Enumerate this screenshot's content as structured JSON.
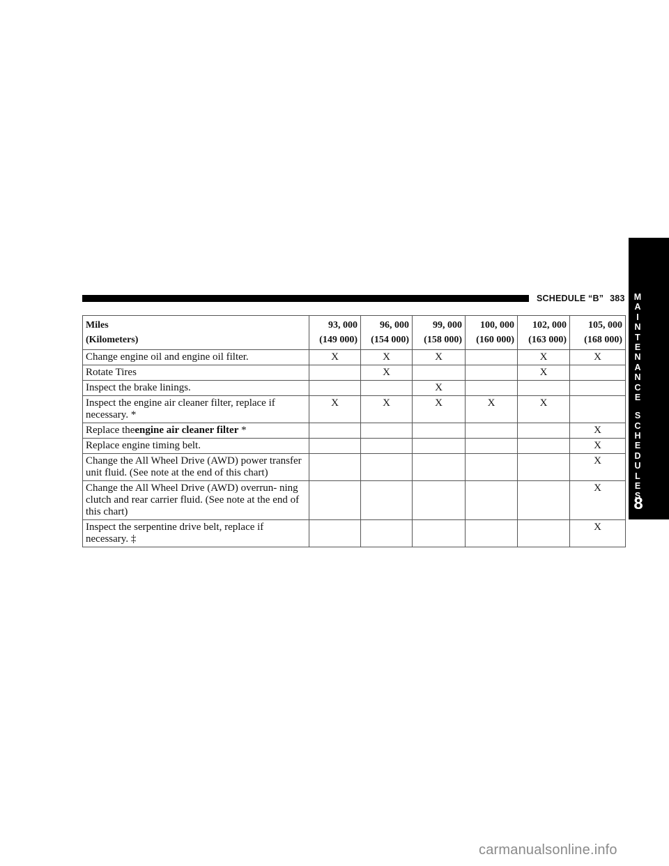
{
  "header": {
    "section_title": "SCHEDULE “B”",
    "page_number": "383"
  },
  "side_tab": {
    "letters_word1": [
      "M",
      "A",
      "I",
      "N",
      "T",
      "E",
      "N",
      "A",
      "N",
      "C",
      "E"
    ],
    "letters_word2": [
      "S",
      "C",
      "H",
      "E",
      "D",
      "U",
      "L",
      "E",
      "S"
    ],
    "chapter_number": "8"
  },
  "table": {
    "header": {
      "miles_label": "Miles",
      "km_label": "(Kilometers)",
      "intervals": [
        {
          "miles": "93, 000",
          "km": "(149 000)"
        },
        {
          "miles": "96, 000",
          "km": "(154 000)"
        },
        {
          "miles": "99, 000",
          "km": "(158 000)"
        },
        {
          "miles": "100, 000",
          "km": "(160 000)"
        },
        {
          "miles": "102, 000",
          "km": "(163 000)"
        },
        {
          "miles": "105, 000",
          "km": "(168 000)"
        }
      ]
    },
    "rows": [
      {
        "task": "Change engine oil and engine oil filter.",
        "marks": [
          "X",
          "X",
          "X",
          "",
          "X",
          "X"
        ]
      },
      {
        "task": "Rotate Tires",
        "marks": [
          "",
          "X",
          "",
          "",
          "X",
          ""
        ]
      },
      {
        "task": "Inspect the brake linings.",
        "marks": [
          "",
          "",
          "X",
          "",
          "",
          ""
        ]
      },
      {
        "task": "Inspect the engine air cleaner filter, replace if necessary. *",
        "marks": [
          "X",
          "X",
          "X",
          "X",
          "X",
          ""
        ]
      },
      {
        "task_prefix": "Replace the",
        "task_bold": "engine air cleaner filter",
        "task_suffix": " *",
        "marks": [
          "",
          "",
          "",
          "",
          "",
          "X"
        ]
      },
      {
        "task": "Replace engine timing belt.",
        "marks": [
          "",
          "",
          "",
          "",
          "",
          "X"
        ]
      },
      {
        "task": "Change the All Wheel Drive (AWD) power transfer unit fluid. (See note at the end of this chart)",
        "marks": [
          "",
          "",
          "",
          "",
          "",
          "X"
        ]
      },
      {
        "task": "Change the All Wheel Drive (AWD) overrun- ning clutch and rear carrier fluid. (See note at the end of this chart)",
        "marks": [
          "",
          "",
          "",
          "",
          "",
          "X"
        ]
      },
      {
        "task": "Inspect the serpentine drive belt, replace if necessary. ‡",
        "marks": [
          "",
          "",
          "",
          "",
          "",
          "X"
        ]
      }
    ]
  },
  "watermark": "carmanualsonline.info"
}
